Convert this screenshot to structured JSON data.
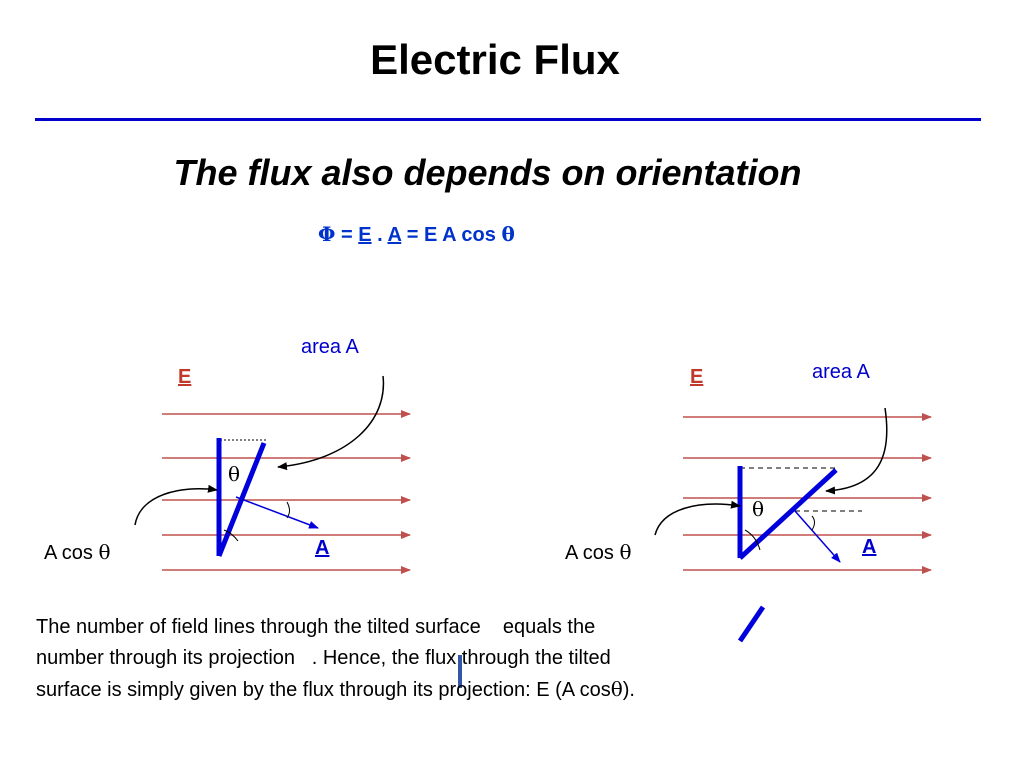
{
  "title": "Electric Flux",
  "subtitle": "The flux also depends on orientation",
  "formula": {
    "phi": "Φ",
    "eq1": " = ",
    "E": "E",
    "dot": " . ",
    "A": "A",
    "rest": " = E A cos ",
    "theta": "θ"
  },
  "left_diagram": {
    "area_label": "area A",
    "field_label": "E",
    "theta_label": "θ",
    "projection_label_text": "A cos ",
    "projection_label_theta": "θ",
    "vector_label": "A"
  },
  "right_diagram": {
    "area_label": "area A",
    "field_label": "E",
    "theta_label": "θ",
    "projection_label_text": "A cos ",
    "projection_label_theta": "θ",
    "vector_label": "A"
  },
  "paragraph": {
    "line1": "The number of field lines through the tilted surface    equals the",
    "line2": "number through its projection   . Hence, the flux through the tilted",
    "line3_a": "surface is simply given by the flux through its projection: E (A cos",
    "line3_theta": "θ",
    "line3_b": ")."
  },
  "colors": {
    "field_lines": "#c0504d",
    "surface": "#0000dd",
    "rule": "#0000cc",
    "formula": "#0033cc"
  }
}
